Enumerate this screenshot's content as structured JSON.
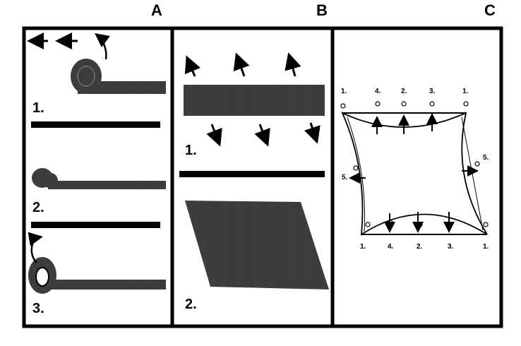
{
  "panels": [
    {
      "label": "A",
      "steps": [
        "1.",
        "2.",
        "3."
      ]
    },
    {
      "label": "B",
      "steps": [
        "1.",
        "2."
      ]
    },
    {
      "label": "C"
    }
  ],
  "panel_c": {
    "top_labels": [
      "1.",
      "4.",
      "2.",
      "3.",
      "1."
    ],
    "bottom_labels": [
      "1.",
      "4.",
      "2.",
      "3.",
      "1."
    ],
    "left_label": "5.",
    "right_label": "5."
  },
  "colors": {
    "ink": "#000000",
    "paper": "#ffffff"
  }
}
